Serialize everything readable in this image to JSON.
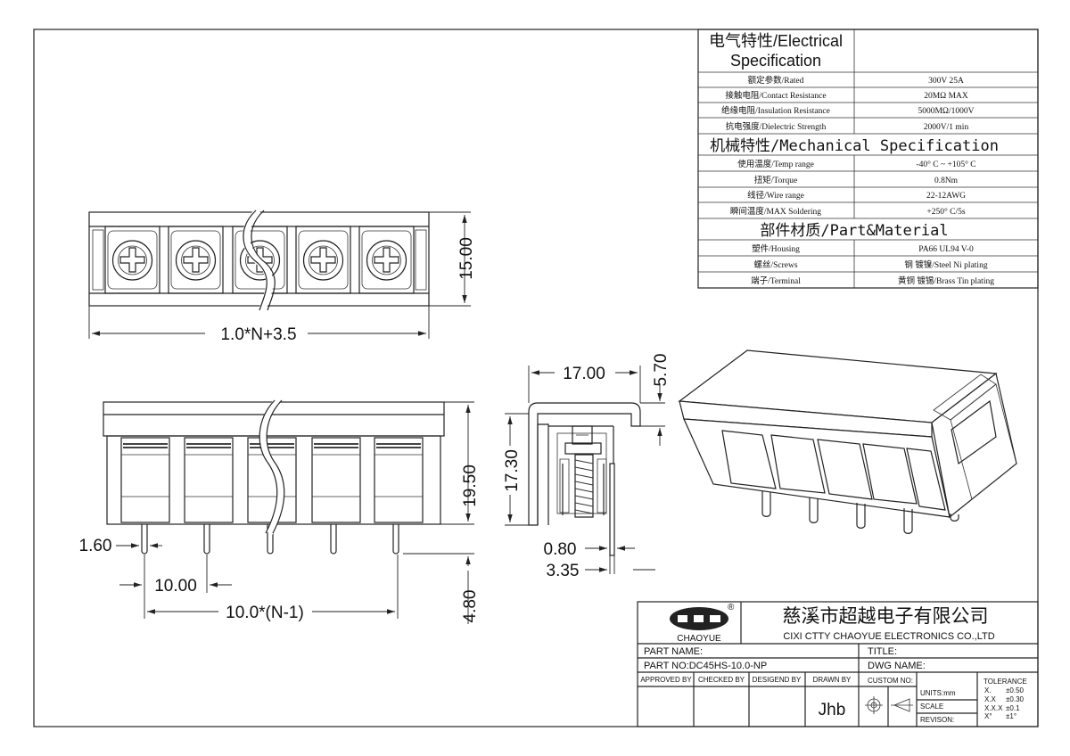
{
  "spec_table": {
    "electrical_title_1": "电气特性/Electrical",
    "electrical_title_2": "Specification",
    "electrical_rows": [
      {
        "label": "额定参数/Rated",
        "value": "300V  25A"
      },
      {
        "label": "接触电阻/Contact Resistance",
        "value": "20MΩ MAX"
      },
      {
        "label": "绝缘电阻/Insulation Resistance",
        "value": "5000MΩ/1000V"
      },
      {
        "label": "抗电强度/Dielectric Strength",
        "value": "2000V/1 min"
      }
    ],
    "mechanical_title": "机械特性/Mechanical Specification",
    "mechanical_rows": [
      {
        "label": "使用温度/Temp range",
        "value": "-40° C ~ +105° C"
      },
      {
        "label": "扭矩/Torque",
        "value": "0.8Nm"
      },
      {
        "label": "线径/Wire range",
        "value": "22-12AWG"
      },
      {
        "label": "瞬间温度/MAX Soldering",
        "value": "+250° C/5s"
      }
    ],
    "material_title": "部件材质/Part&Material",
    "material_rows": [
      {
        "label": "塑件/Housing",
        "value": "PA66 UL94 V-0"
      },
      {
        "label": "螺丝/Screws",
        "value": "钢 镀镍/Steel Ni plating"
      },
      {
        "label": "端子/Terminal",
        "value": "黄铜 镀锡/Brass Tin  plating"
      }
    ]
  },
  "dimensions": {
    "top_width": "1.0*N+3.5",
    "top_height": "15.00",
    "front_height": "19.50",
    "pin_length": "4.80",
    "pin_dia": "1.60",
    "pitch": "10.00",
    "pin_span": "10.0*(N-1)",
    "side_width": "17.00",
    "side_top": "5.70",
    "side_height": "17.30",
    "pin_thickness": "0.80",
    "pin_offset": "3.35"
  },
  "title_block": {
    "logo_text": "CHAOYUE",
    "logo_mark": "®",
    "company_cn": "慈溪市超越电子有限公司",
    "company_en": "CIXI CTTY CHAOYUE ELECTRONICS CO.,LTD",
    "part_name_label": "PART NAME:",
    "title_label": "TITLE:",
    "part_no_label": "PART NO:DC45HS-10.0-NP",
    "dwg_name_label": "DWG NAME:",
    "approved_by": "APPROVED BY",
    "checked_by": "CHECKED BY",
    "designed_by": "DESIGEND BY",
    "drawn_by": "DRAWN BY",
    "drawn_by_value": "Jhb",
    "custom_no": "CUSTOM NO:",
    "units": "UNITS:mm",
    "scale": "SCALE",
    "revision": "REVISON:",
    "tolerance_title": "TOLERANCE",
    "tolerance_rows": [
      {
        "k": "X.",
        "v": "±0.50"
      },
      {
        "k": "X.X",
        "v": "±0.30"
      },
      {
        "k": "X.X.X",
        "v": "±0.1"
      },
      {
        "k": "X°",
        "v": "±1°"
      }
    ]
  }
}
